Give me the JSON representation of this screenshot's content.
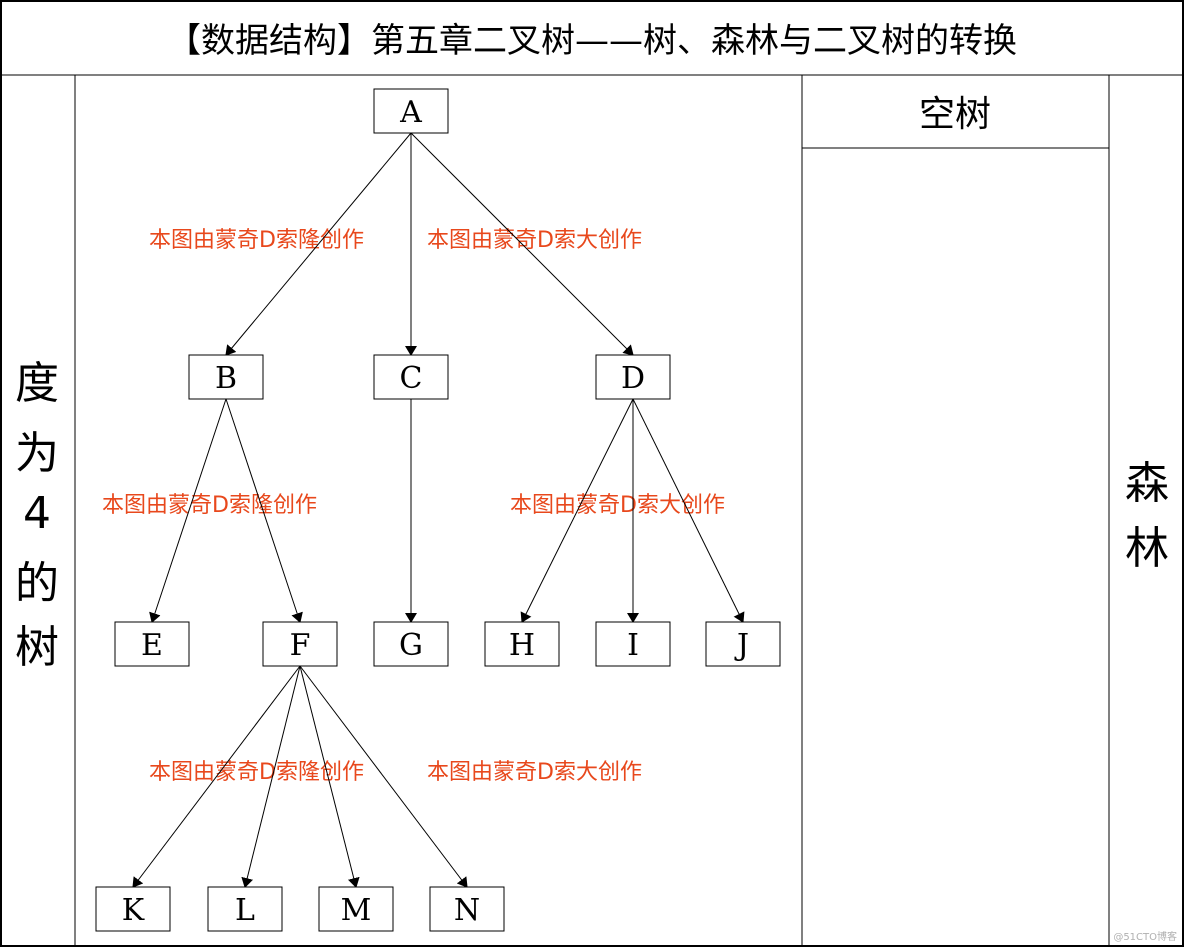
{
  "title": "【数据结构】第五章二叉树——树、森林与二叉树的转换",
  "left_label_chars": [
    "度",
    "为",
    "4",
    "的",
    "树"
  ],
  "right_label_chars": [
    "森",
    "林"
  ],
  "empty_tree_label": "空树",
  "colors": {
    "watermark": "#e8481c",
    "line": "#000000",
    "background": "#ffffff"
  },
  "nodes": [
    {
      "id": "A",
      "label": "A"
    },
    {
      "id": "B",
      "label": "B"
    },
    {
      "id": "C",
      "label": "C"
    },
    {
      "id": "D",
      "label": "D"
    },
    {
      "id": "E",
      "label": "E"
    },
    {
      "id": "F",
      "label": "F"
    },
    {
      "id": "G",
      "label": "G"
    },
    {
      "id": "H",
      "label": "H"
    },
    {
      "id": "I",
      "label": "I"
    },
    {
      "id": "J",
      "label": "J"
    },
    {
      "id": "K",
      "label": "K"
    },
    {
      "id": "L",
      "label": "L"
    },
    {
      "id": "M",
      "label": "M"
    },
    {
      "id": "N",
      "label": "N"
    }
  ],
  "edges": [
    {
      "from": "A",
      "to": "B"
    },
    {
      "from": "A",
      "to": "C"
    },
    {
      "from": "A",
      "to": "D"
    },
    {
      "from": "B",
      "to": "E"
    },
    {
      "from": "B",
      "to": "F"
    },
    {
      "from": "C",
      "to": "G"
    },
    {
      "from": "D",
      "to": "H"
    },
    {
      "from": "D",
      "to": "I"
    },
    {
      "from": "D",
      "to": "J"
    },
    {
      "from": "F",
      "to": "K"
    },
    {
      "from": "F",
      "to": "L"
    },
    {
      "from": "F",
      "to": "M"
    },
    {
      "from": "F",
      "to": "N"
    }
  ],
  "watermarks": [
    "本图由蒙奇D索隆创作",
    "本图由蒙奇D索大创作",
    "本图由蒙奇D索隆创作",
    "本图由蒙奇D索大创作",
    "本图由蒙奇D索隆创作",
    "本图由蒙奇D索大创作"
  ],
  "corner_mark": "@51CTO博客"
}
